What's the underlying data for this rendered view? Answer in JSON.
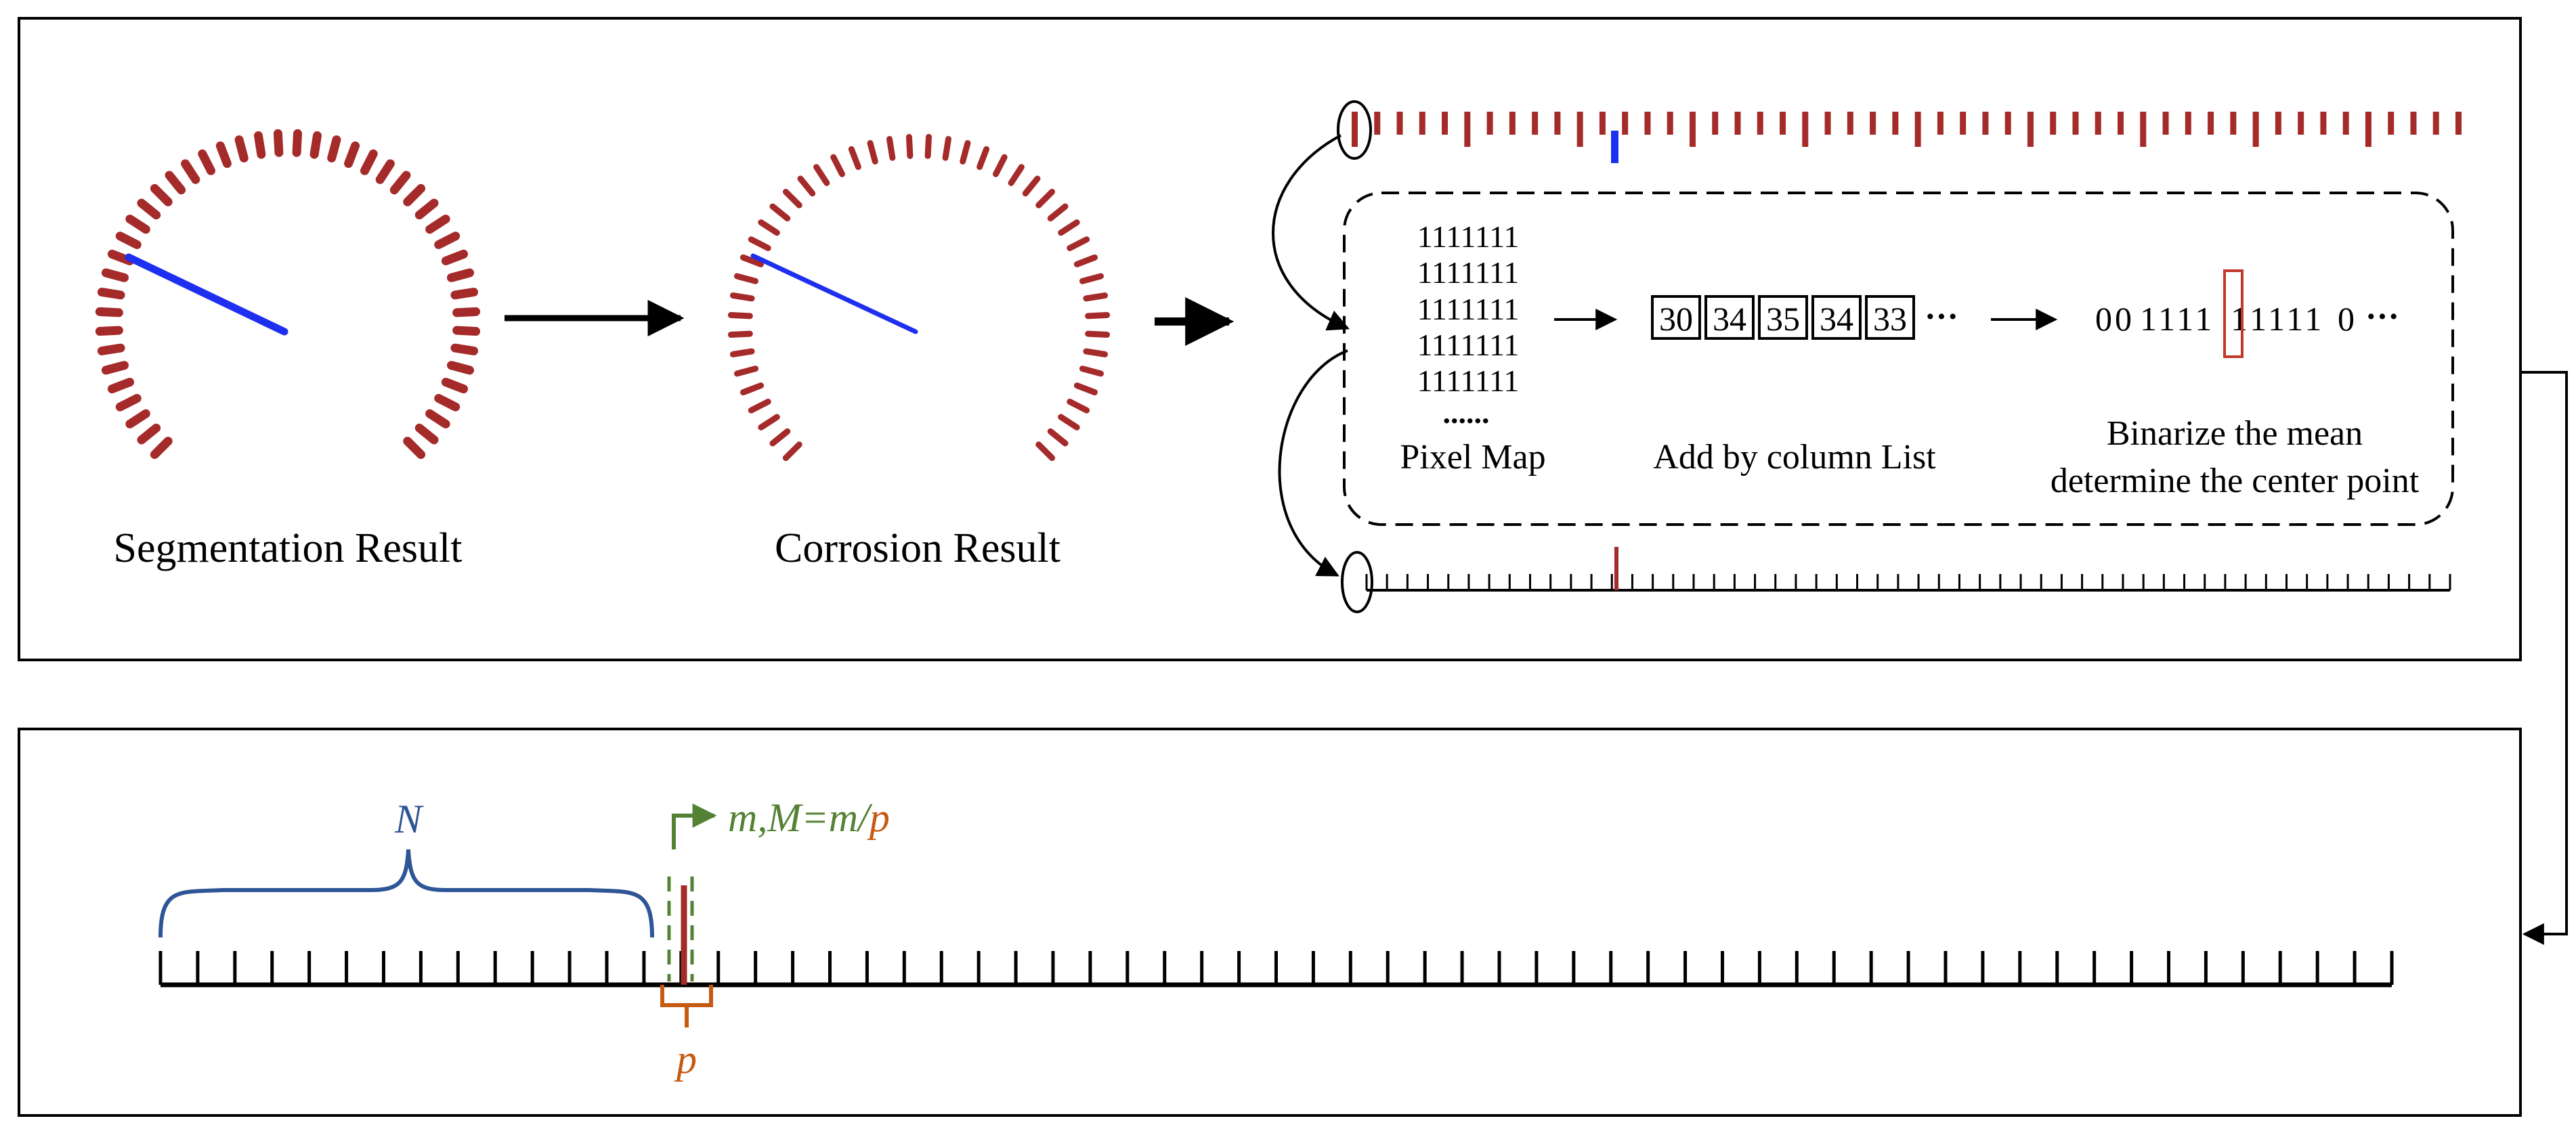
{
  "labels": {
    "segmentation_result": "Segmentation Result",
    "corrosion_result": "Corrosion Result",
    "pixel_map": "Pixel Map",
    "add_by_column_list": "Add by column List",
    "binarize_line1": "Binarize the mean",
    "binarize_line2": "determine the center point"
  },
  "pixel_map": {
    "rows": [
      "1111111",
      "1111111",
      "1111111",
      "1111111",
      "1111111"
    ],
    "ellipsis": "......"
  },
  "column_sums": {
    "values": [
      "30",
      "34",
      "35",
      "34",
      "33"
    ],
    "ellipsis": "···"
  },
  "binarized": {
    "prefix": "00",
    "ones_before": "1111",
    "highlighted": "1",
    "ones_after": "1111",
    "suffix": "0",
    "ellipsis": "···"
  },
  "formula": {
    "N": "N",
    "m_part": "m,M=m/",
    "p_part": "p",
    "p_label": "p"
  },
  "colors": {
    "scale_mark": "#a52a2a",
    "pointer": "#1f2ff0",
    "brace_n": "#2e5596",
    "formula_green": "#548235",
    "formula_orange": "#c55a11",
    "frame": "#000000"
  }
}
